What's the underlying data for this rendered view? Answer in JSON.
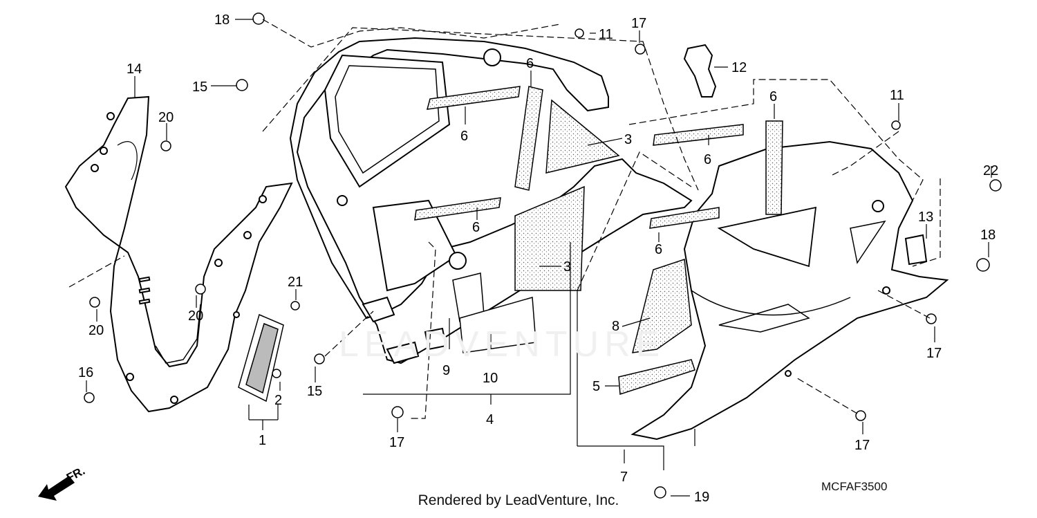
{
  "diagram": {
    "drawing_code": "MCFAF3500",
    "credit": "Rendered by LeadVenture, Inc.",
    "watermark": "LEADVENTURE",
    "direction_marker": "FR.",
    "callouts": [
      {
        "id": "c18a",
        "label": "18"
      },
      {
        "id": "c11a",
        "label": "11"
      },
      {
        "id": "c17a",
        "label": "17"
      },
      {
        "id": "c12",
        "label": "12"
      },
      {
        "id": "c14",
        "label": "14"
      },
      {
        "id": "c15a",
        "label": "15"
      },
      {
        "id": "c6a",
        "label": "6"
      },
      {
        "id": "c6b",
        "label": "6"
      },
      {
        "id": "c3a",
        "label": "3"
      },
      {
        "id": "c20a",
        "label": "20"
      },
      {
        "id": "c6c",
        "label": "6"
      },
      {
        "id": "c11b",
        "label": "11"
      },
      {
        "id": "c6d",
        "label": "6"
      },
      {
        "id": "c22",
        "label": "22"
      },
      {
        "id": "c13",
        "label": "13"
      },
      {
        "id": "c18b",
        "label": "18"
      },
      {
        "id": "c6e",
        "label": "6"
      },
      {
        "id": "c3b",
        "label": "3"
      },
      {
        "id": "c21",
        "label": "21"
      },
      {
        "id": "c20b",
        "label": "20"
      },
      {
        "id": "c20c",
        "label": "20"
      },
      {
        "id": "c8",
        "label": "8"
      },
      {
        "id": "c17b",
        "label": "17"
      },
      {
        "id": "c16",
        "label": "16"
      },
      {
        "id": "c15b",
        "label": "15"
      },
      {
        "id": "c2",
        "label": "2"
      },
      {
        "id": "c9",
        "label": "9"
      },
      {
        "id": "c10",
        "label": "10"
      },
      {
        "id": "c5",
        "label": "5"
      },
      {
        "id": "c1",
        "label": "1"
      },
      {
        "id": "c4",
        "label": "4"
      },
      {
        "id": "c17c",
        "label": "17"
      },
      {
        "id": "c17d",
        "label": "17"
      },
      {
        "id": "c7",
        "label": "7"
      },
      {
        "id": "c19",
        "label": "19"
      },
      {
        "id": "c6f",
        "label": "6"
      }
    ]
  }
}
